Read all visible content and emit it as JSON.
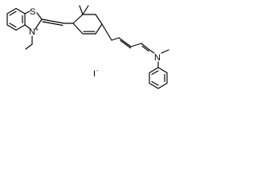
{
  "structure": {
    "atoms": {
      "sulfur": "S",
      "benzothiazolium_nitrogen": "N",
      "benzothiazolium_charge": "+",
      "amine_nitrogen": "N"
    },
    "counter_ion": {
      "symbol": "I",
      "charge": "-"
    }
  }
}
